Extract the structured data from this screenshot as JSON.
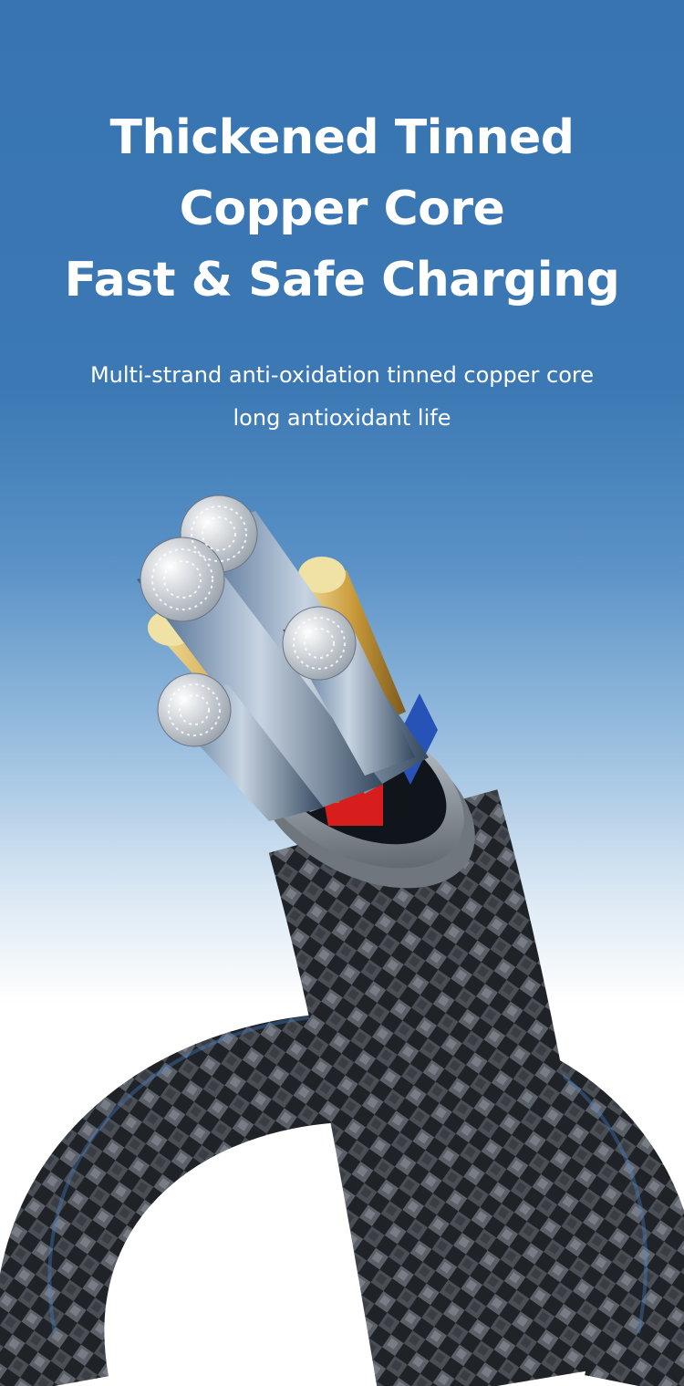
{
  "headline": {
    "line1": "Thickened Tinned",
    "line2": "Copper Core",
    "line3": "Fast & Safe Charging"
  },
  "subheadline": {
    "line1": "Multi-strand anti-oxidation tinned copper core",
    "line2": "long antioxidant life"
  },
  "colors": {
    "background_top": "#3774b1",
    "background_bottom": "#ffffff",
    "text": "#ffffff",
    "braid": "#2a2d31",
    "strand": "#d9dee3",
    "gold": "#d8b45a",
    "red": "#e0201c",
    "blue": "#2a5fc4"
  },
  "icons": {
    "product": "braided-cable-cross-section-icon"
  }
}
